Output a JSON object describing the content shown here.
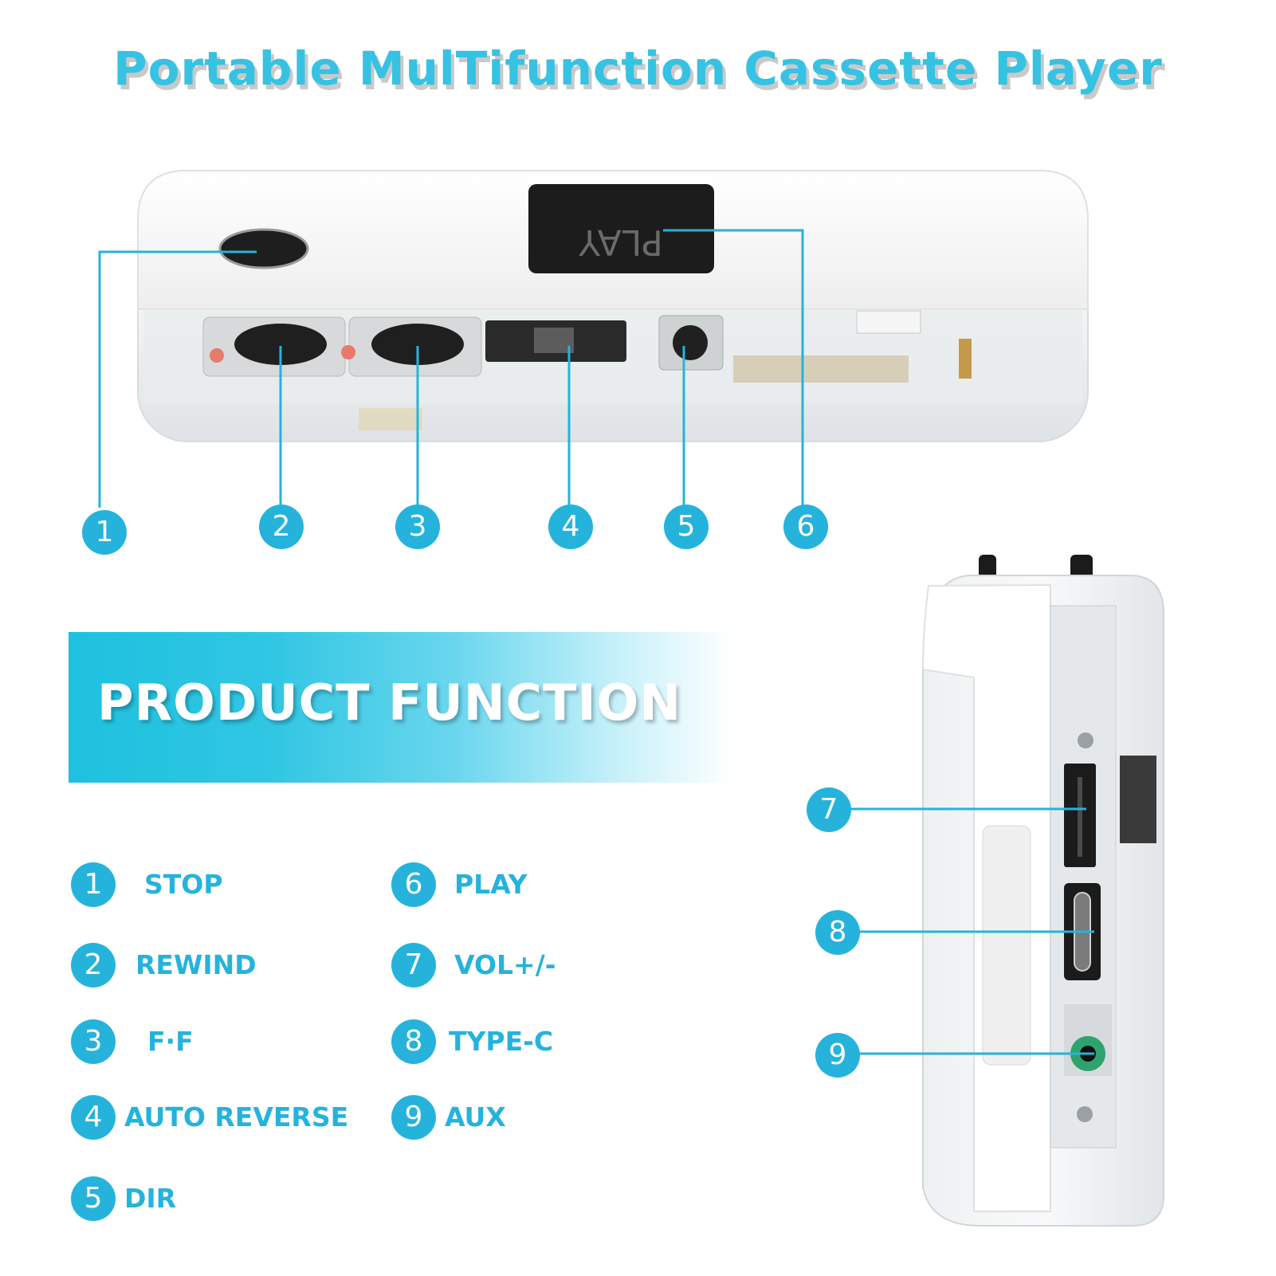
{
  "title": "Portable MulTifunction Cassette Player",
  "banner": {
    "label": "PRODUCT FUNCTION"
  },
  "device_top": {
    "play_button_label": "PLAY"
  },
  "callouts": [
    "1",
    "2",
    "3",
    "4",
    "5",
    "6",
    "7",
    "8",
    "9"
  ],
  "functions": [
    {
      "num": "1",
      "label": "STOP"
    },
    {
      "num": "2",
      "label": "REWIND"
    },
    {
      "num": "3",
      "label": "F·F"
    },
    {
      "num": "4",
      "label": "AUTO REVERSE"
    },
    {
      "num": "5",
      "label": "DIR"
    },
    {
      "num": "6",
      "label": "PLAY"
    },
    {
      "num": "7",
      "label": "VOL+/-"
    },
    {
      "num": "8",
      "label": "TYPE-C"
    },
    {
      "num": "9",
      "label": "AUX"
    }
  ],
  "colors": {
    "accent": "#25b3dc",
    "title": "#36c2e3"
  }
}
